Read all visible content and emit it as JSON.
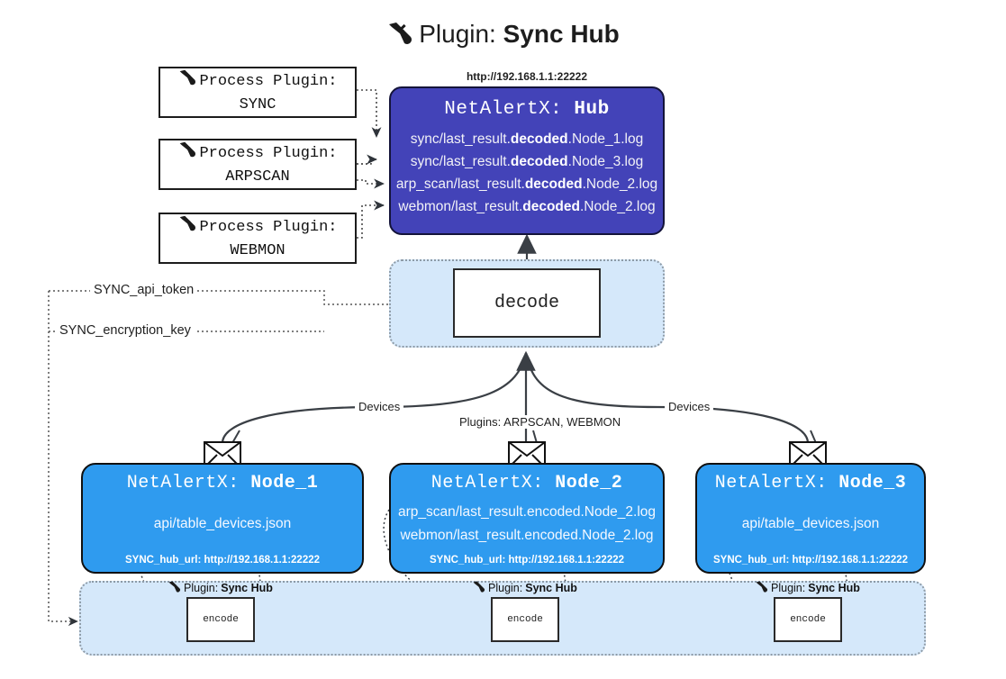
{
  "header": {
    "icon": "plug-icon",
    "lead": "Plugin:",
    "strong": "Sync Hub"
  },
  "process_plugins": [
    {
      "icon": "plug-icon",
      "line1": "Process Plugin:",
      "line2": "SYNC"
    },
    {
      "icon": "plug-icon",
      "line1": "Process Plugin:",
      "line2": "ARPSCAN"
    },
    {
      "icon": "plug-icon",
      "line1": "Process Plugin:",
      "line2": "WEBMON"
    }
  ],
  "hub": {
    "url": "http://192.168.1.1:22222",
    "title_lead": "NetAlertX:",
    "title_strong": "Hub",
    "logs": [
      {
        "pre": "sync/last_result.",
        "strong": "decoded",
        "post": ".Node_1.log"
      },
      {
        "pre": "sync/last_result.",
        "strong": "decoded",
        "post": ".Node_3.log"
      },
      {
        "pre": "arp_scan/last_result.",
        "strong": "decoded",
        "post": ".Node_2.log"
      },
      {
        "pre": "webmon/last_result.",
        "strong": "decoded",
        "post": ".Node_2.log"
      }
    ]
  },
  "decode": {
    "label": "decode"
  },
  "settings_wires": [
    {
      "label": "SYNC_api_token"
    },
    {
      "label": "SYNC_encryption_key"
    }
  ],
  "edge_labels": {
    "devices_left": "Devices",
    "devices_right": "Devices",
    "plugins_center": "Plugins: ARPSCAN, WEBMON"
  },
  "nodes": [
    {
      "title_lead": "NetAlertX:",
      "title_strong": "Node_1",
      "lines": [
        "api/table_devices.json"
      ],
      "hub_url": "SYNC_hub_url: http://192.168.1.1:22222",
      "envelope": "envelope-icon"
    },
    {
      "title_lead": "NetAlertX:",
      "title_strong": "Node_2",
      "lines": [
        "arp_scan/last_result.encoded.Node_2.log",
        "webmon/last_result.encoded.Node_2.log"
      ],
      "hub_url": "SYNC_hub_url: http://192.168.1.1:22222",
      "envelope": "envelope-icon"
    },
    {
      "title_lead": "NetAlertX:",
      "title_strong": "Node_3",
      "lines": [
        "api/table_devices.json"
      ],
      "hub_url": "SYNC_hub_url: http://192.168.1.1:22222",
      "envelope": "envelope-icon"
    }
  ],
  "encoders": [
    {
      "caption_icon": "plug-icon",
      "caption_lead": "Plugin:",
      "caption_strong": "Sync Hub",
      "label": "encode"
    },
    {
      "caption_icon": "plug-icon",
      "caption_lead": "Plugin:",
      "caption_strong": "Sync Hub",
      "label": "encode"
    },
    {
      "caption_icon": "plug-icon",
      "caption_lead": "Plugin:",
      "caption_strong": "Sync Hub",
      "label": "encode"
    }
  ],
  "colors": {
    "hub_fill": "#4343b8",
    "node_fill": "#2f9bef",
    "group_fill": "#d5e8fa",
    "line": "#3a3f45"
  }
}
